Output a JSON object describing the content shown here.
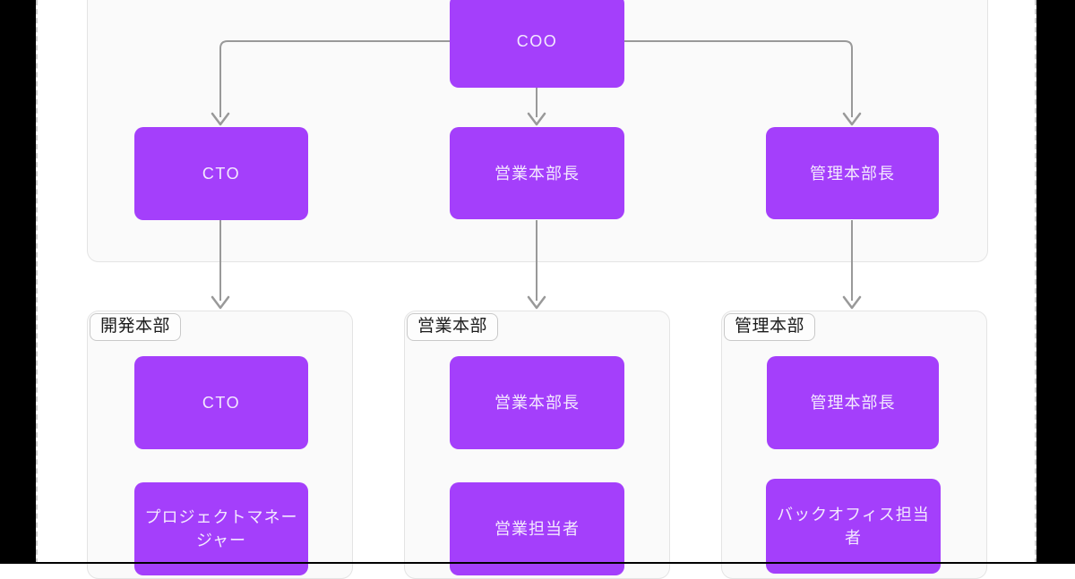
{
  "colors": {
    "accent": "#a43ffb",
    "node_text": "#f3e9fe",
    "connector": "#999999",
    "container_bg": "#fafafa",
    "container_border": "#e4e4e4",
    "badge_bg": "#fdfdfd",
    "badge_border": "#c9c9c9",
    "badge_text": "#1b1b1b",
    "frame_bar": "#000000",
    "canvas_bg": "#ffffff"
  },
  "org_chart": {
    "root": {
      "label": "COO"
    },
    "level2": [
      {
        "label": "CTO"
      },
      {
        "label": "営業本部長"
      },
      {
        "label": "管理本部長"
      }
    ],
    "groups": [
      {
        "label": "開発本部",
        "members": [
          {
            "label": "CTO"
          },
          {
            "label": "プロジェクトマネージャー"
          }
        ]
      },
      {
        "label": "営業本部",
        "members": [
          {
            "label": "営業本部長"
          },
          {
            "label": "営業担当者"
          }
        ]
      },
      {
        "label": "管理本部",
        "members": [
          {
            "label": "管理本部長"
          },
          {
            "label": "バックオフィス担当者"
          }
        ]
      }
    ]
  }
}
